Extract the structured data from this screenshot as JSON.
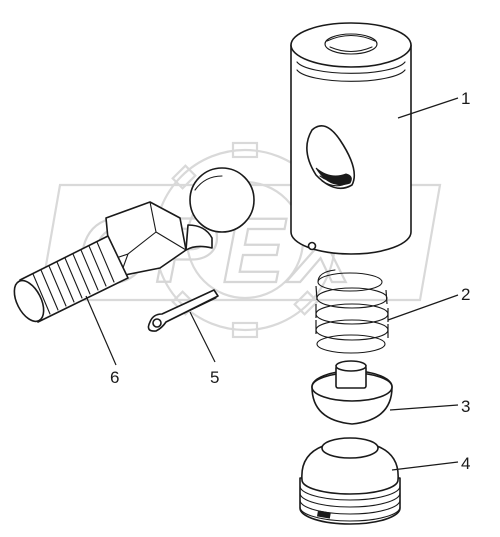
{
  "watermark": {
    "text": "OPEX"
  },
  "callouts": [
    {
      "id": "part-1",
      "label": "1"
    },
    {
      "id": "part-2",
      "label": "2"
    },
    {
      "id": "part-3",
      "label": "3"
    },
    {
      "id": "part-4",
      "label": "4"
    },
    {
      "id": "part-5",
      "label": "5"
    },
    {
      "id": "part-6",
      "label": "6"
    }
  ]
}
